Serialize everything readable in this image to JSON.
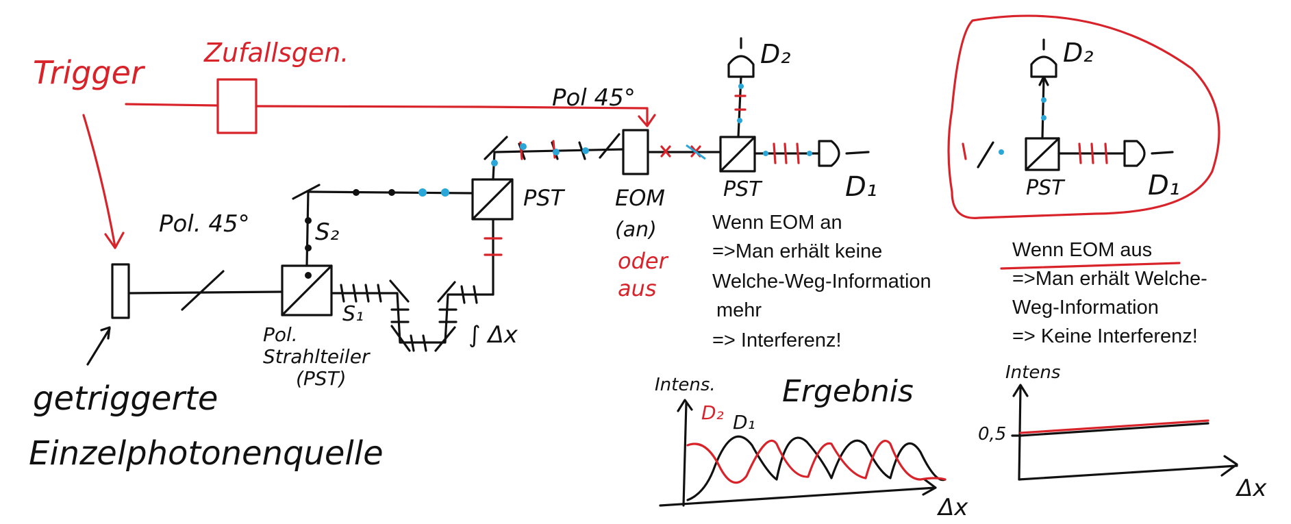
{
  "labels": {
    "trigger": "Trigger",
    "random_generator": "Zufallsgen.",
    "pol_45_top": "Pol 45°",
    "pol_45_left": "Pol. 45°",
    "source_line1": "getriggerte",
    "source_line2": "Einzelphotonenquelle",
    "pbs_left_line1": "Pol.",
    "pbs_left_line2": "Strahlteiler",
    "pbs_left_line3": "(PST)",
    "s1": "S₁",
    "s2": "S₂",
    "delta_x": "∫ Δx",
    "pst_upper": "PST",
    "eom": "EOM",
    "eom_on": "(an)",
    "eom_or": "oder",
    "eom_off": "aus",
    "pst_right": "PST",
    "d1": "D₁",
    "d2": "D₂",
    "pst_inset": "PST",
    "d1_inset": "D₁",
    "d2_inset": "D₂"
  },
  "text_on": {
    "line1": "Wenn EOM an",
    "line2": "=>Man erhält keine",
    "line3": "Welche-Weg-Information",
    "line4": "mehr",
    "line5": "=> Interferenz!"
  },
  "text_off": {
    "line1": "Wenn EOM aus",
    "line2": "=>Man erhält Welche-",
    "line3": "Weg-Information",
    "line4": "=> Keine Interferenz!"
  },
  "plot_on": {
    "ylabel": "Intens.",
    "title": "Ergebnis",
    "xlabel": "Δx",
    "legend_d2": "D₂",
    "legend_d1": "D₁"
  },
  "plot_off": {
    "ylabel": "Intens",
    "tick": "0,5",
    "xlabel": "Δx"
  },
  "colors": {
    "ink": "#111111",
    "red": "#d8232a",
    "blue": "#2aa7d8"
  }
}
